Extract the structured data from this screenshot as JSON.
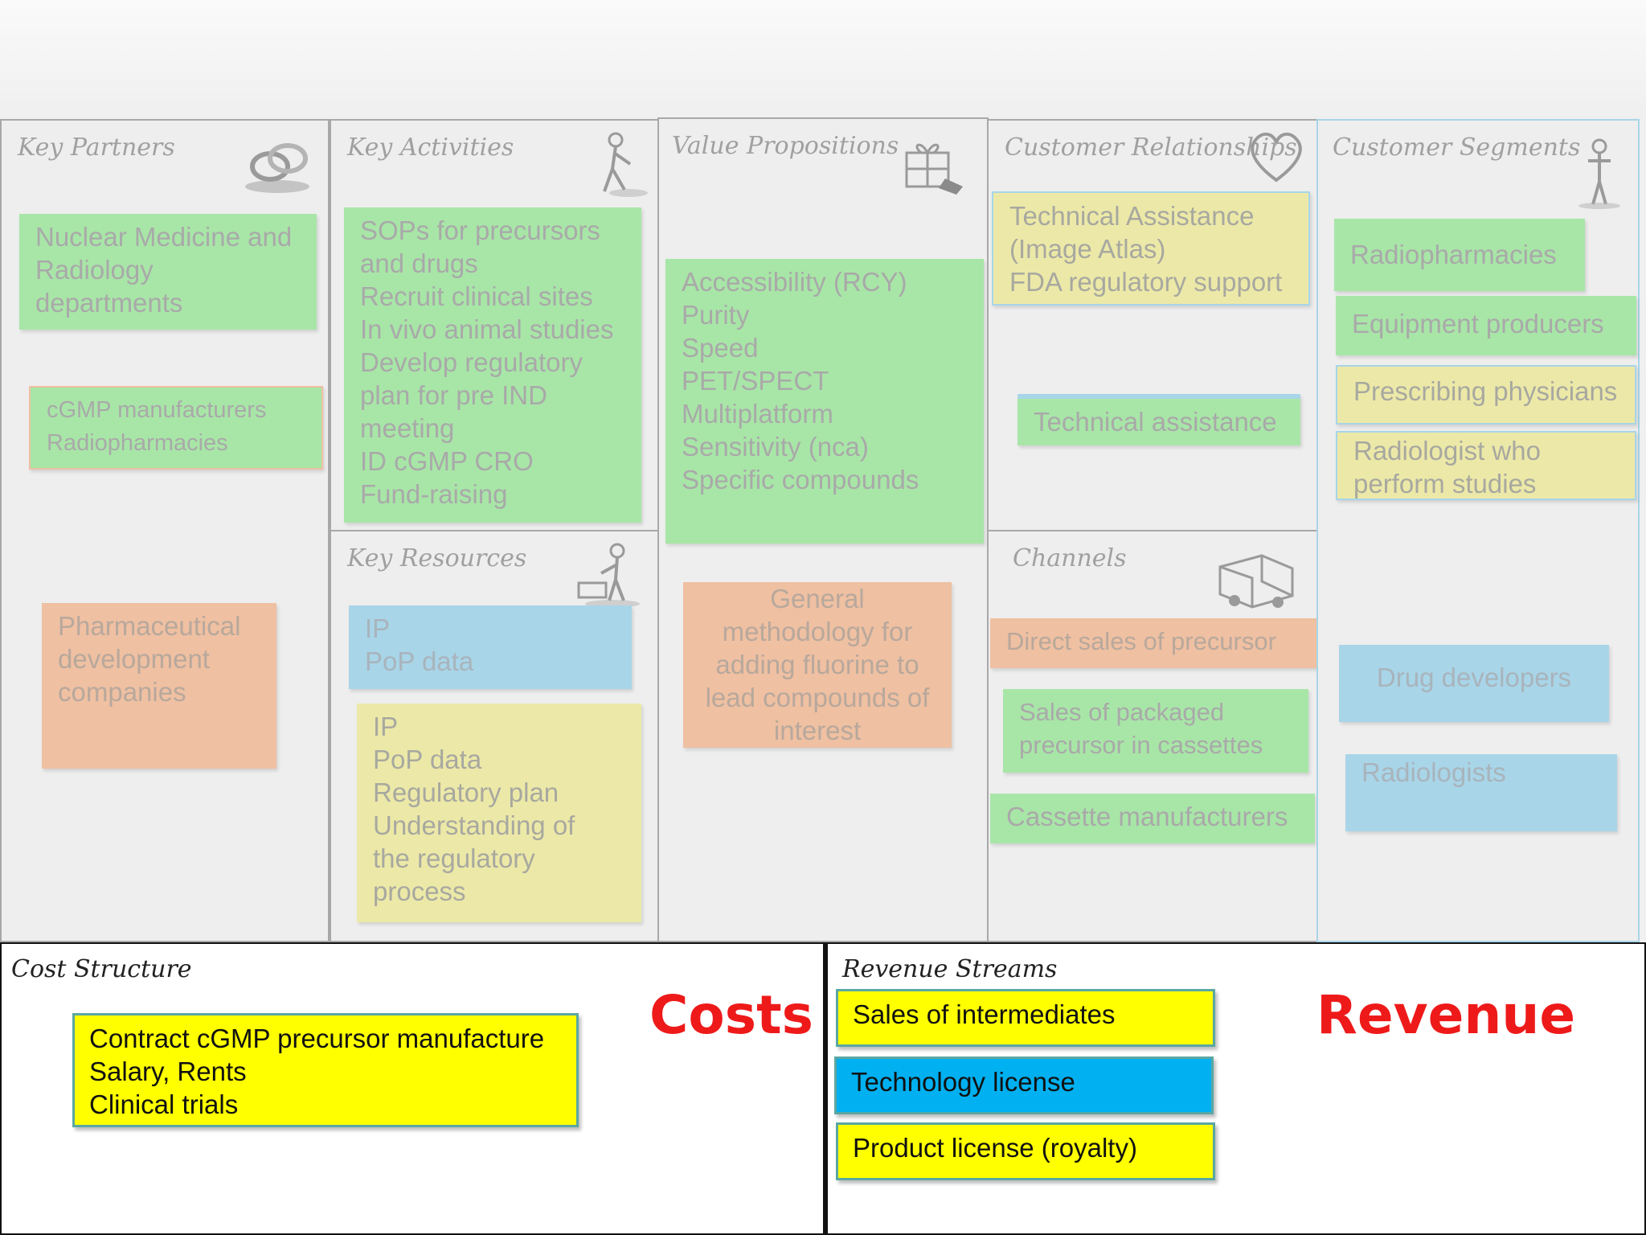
{
  "cells": {
    "key_partners": {
      "title": "Key Partners",
      "icon": "chain-links-icon",
      "notes": [
        {
          "lines": [
            "Nuclear Medicine and",
            "Radiology",
            "departments"
          ]
        },
        {
          "lines": [
            "cGMP manufacturers",
            "Radiopharmacies"
          ]
        },
        {
          "lines": [
            "Pharmaceutical",
            "development",
            "companies"
          ]
        }
      ]
    },
    "key_activities": {
      "title": "Key Activities",
      "icon": "worker-icon",
      "notes": [
        {
          "lines": [
            "SOPs for precursors",
            "and drugs",
            "Recruit clinical sites",
            "In vivo animal studies",
            "Develop regulatory",
            "plan for pre IND",
            "meeting",
            "ID cGMP CRO",
            "Fund-raising"
          ]
        }
      ]
    },
    "key_resources": {
      "title": "Key Resources",
      "icon": "worker-with-cart-icon",
      "notes": [
        {
          "lines": [
            "IP",
            "PoP data"
          ]
        },
        {
          "lines": [
            "IP",
            "PoP data",
            "Regulatory plan",
            "Understanding of",
            "the regulatory",
            "process"
          ]
        }
      ]
    },
    "value_propositions": {
      "title": "Value Propositions",
      "icon": "gift-box-icon",
      "notes": [
        {
          "lines": [
            "Accessibility (RCY)",
            "Purity",
            "Speed",
            "PET/SPECT",
            "Multiplatform",
            "Sensitivity (nca)",
            "Specific compounds"
          ]
        },
        {
          "lines": [
            "General",
            "methodology for",
            "adding fluorine to",
            "lead compounds of",
            "interest"
          ]
        }
      ]
    },
    "customer_relationships": {
      "title": "Customer Relationships",
      "icon": "heart-icon",
      "notes": [
        {
          "lines": [
            "Technical Assistance",
            "(Image Atlas)",
            "FDA regulatory support"
          ]
        },
        {
          "lines": [
            "Technical assistance"
          ]
        }
      ]
    },
    "channels": {
      "title": "Channels",
      "icon": "truck-icon",
      "notes": [
        {
          "lines": [
            "Direct sales of precursor"
          ]
        },
        {
          "lines": [
            "Sales of packaged",
            "precursor in cassettes"
          ]
        },
        {
          "lines": [
            "Cassette manufacturers"
          ]
        }
      ]
    },
    "customer_segments": {
      "title": "Customer Segments",
      "icon": "person-icon",
      "notes": [
        {
          "lines": [
            "Radiopharmacies"
          ]
        },
        {
          "lines": [
            "Equipment producers"
          ]
        },
        {
          "lines": [
            "Prescribing physicians"
          ]
        },
        {
          "lines": [
            "Radiologist who",
            "perform studies"
          ]
        },
        {
          "lines": [
            "Drug developers"
          ]
        },
        {
          "lines": [
            "Radiologists"
          ]
        }
      ]
    }
  },
  "cost_structure": {
    "title": "Cost Structure",
    "label": "Costs",
    "notes": [
      {
        "lines": [
          "Contract cGMP precursor manufacture",
          "Salary, Rents",
          "Clinical trials"
        ]
      }
    ]
  },
  "revenue_streams": {
    "title": "Revenue Streams",
    "label": "Revenue",
    "notes": [
      {
        "lines": [
          "Sales of intermediates"
        ]
      },
      {
        "lines": [
          "Technology license"
        ]
      },
      {
        "lines": [
          "Product license (royalty)"
        ]
      }
    ]
  },
  "colors": {
    "green": "#a8e6a7",
    "orange": "#efc0a2",
    "blue": "#a9d5e8",
    "yellow": "#ece9a8",
    "bright_yellow": "#ffff00",
    "bright_blue": "#00b0f0",
    "accent_red": "#ee1a1a"
  }
}
